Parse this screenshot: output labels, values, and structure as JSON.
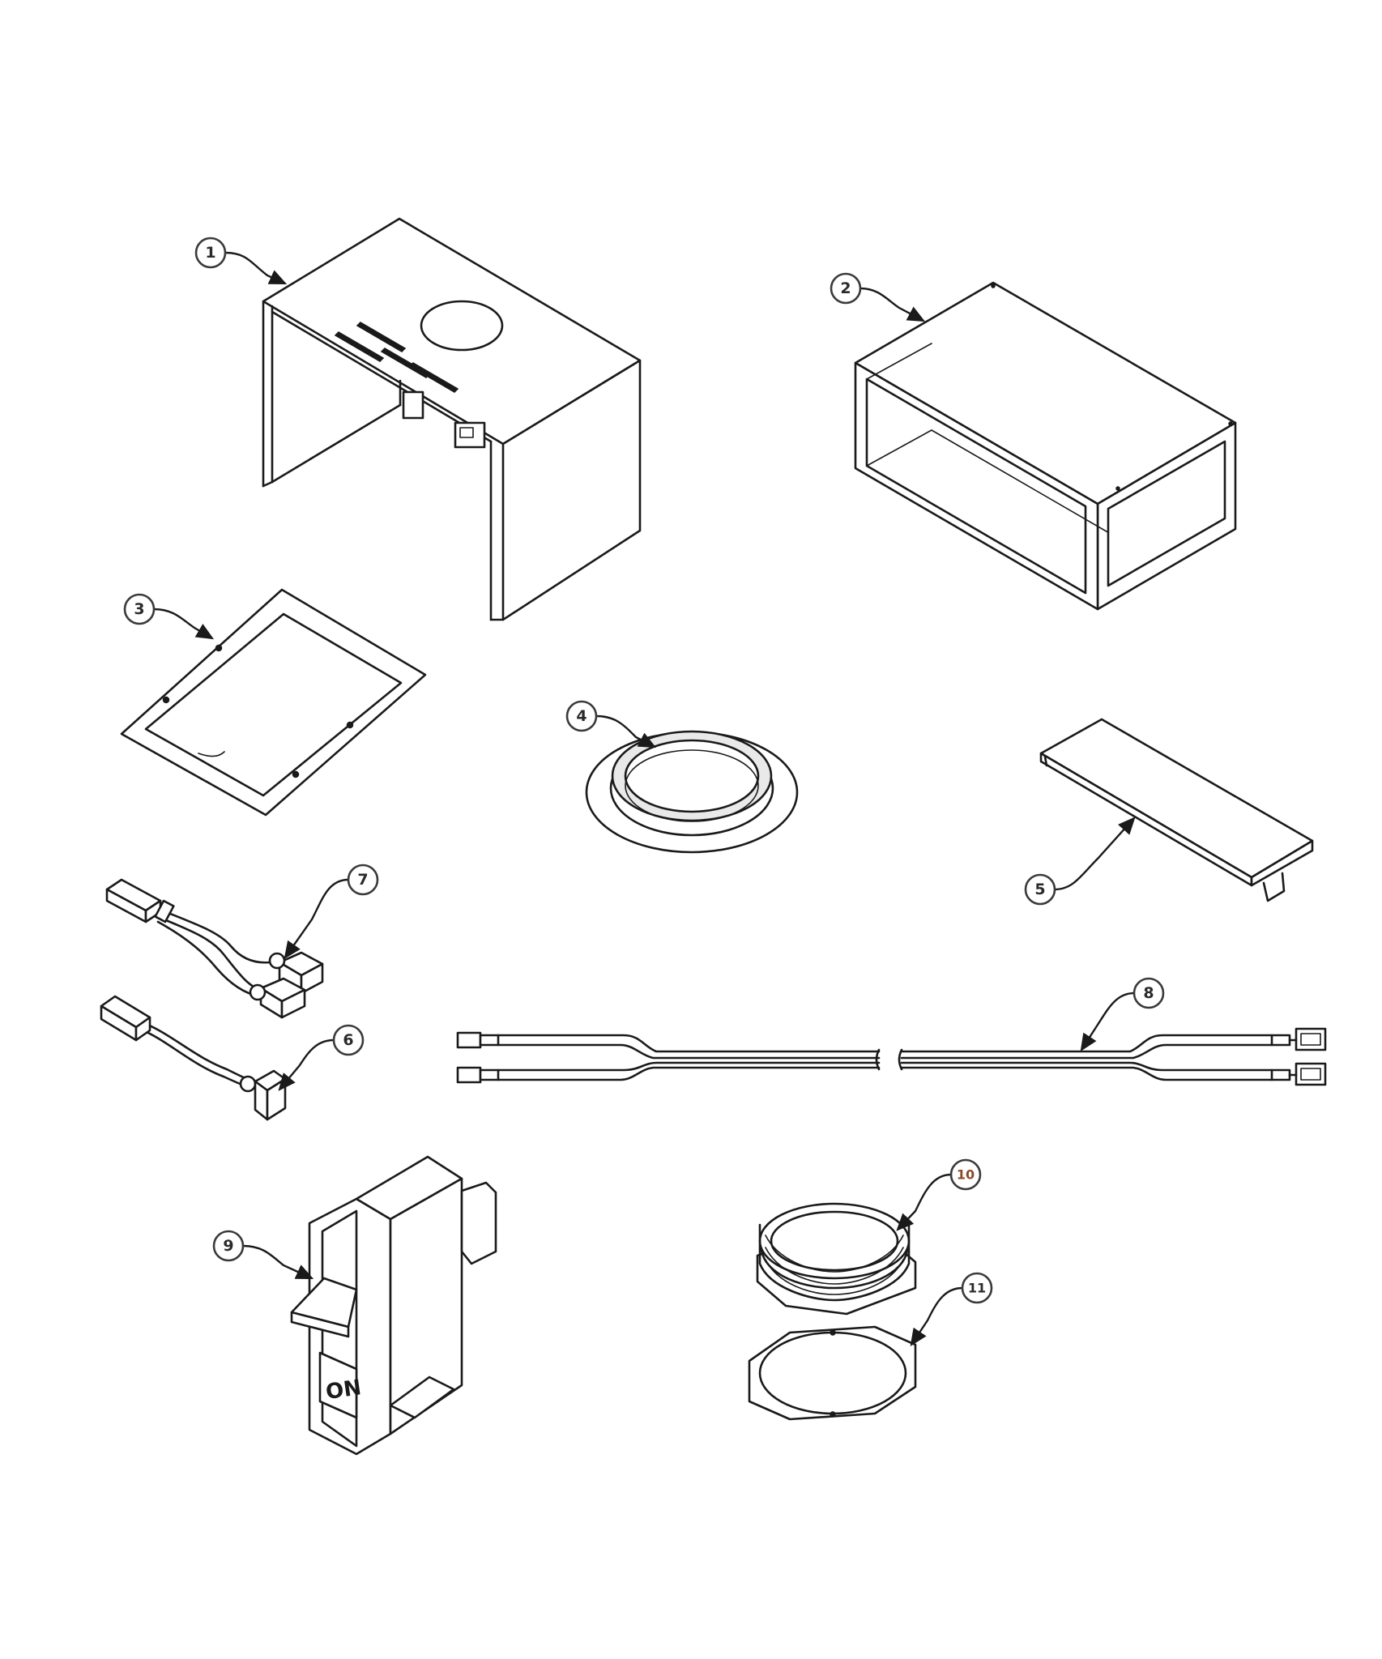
{
  "callouts": {
    "c1": "1",
    "c2": "2",
    "c3": "3",
    "c4": "4",
    "c5": "5",
    "c6": "6",
    "c7": "7",
    "c8": "8",
    "c9": "9",
    "c10": "10",
    "c11": "11"
  },
  "switch_label": "ON",
  "colors": {
    "line": "#1a1a1a",
    "background": "#ffffff",
    "callout_10_text": "#8a4a2a"
  }
}
